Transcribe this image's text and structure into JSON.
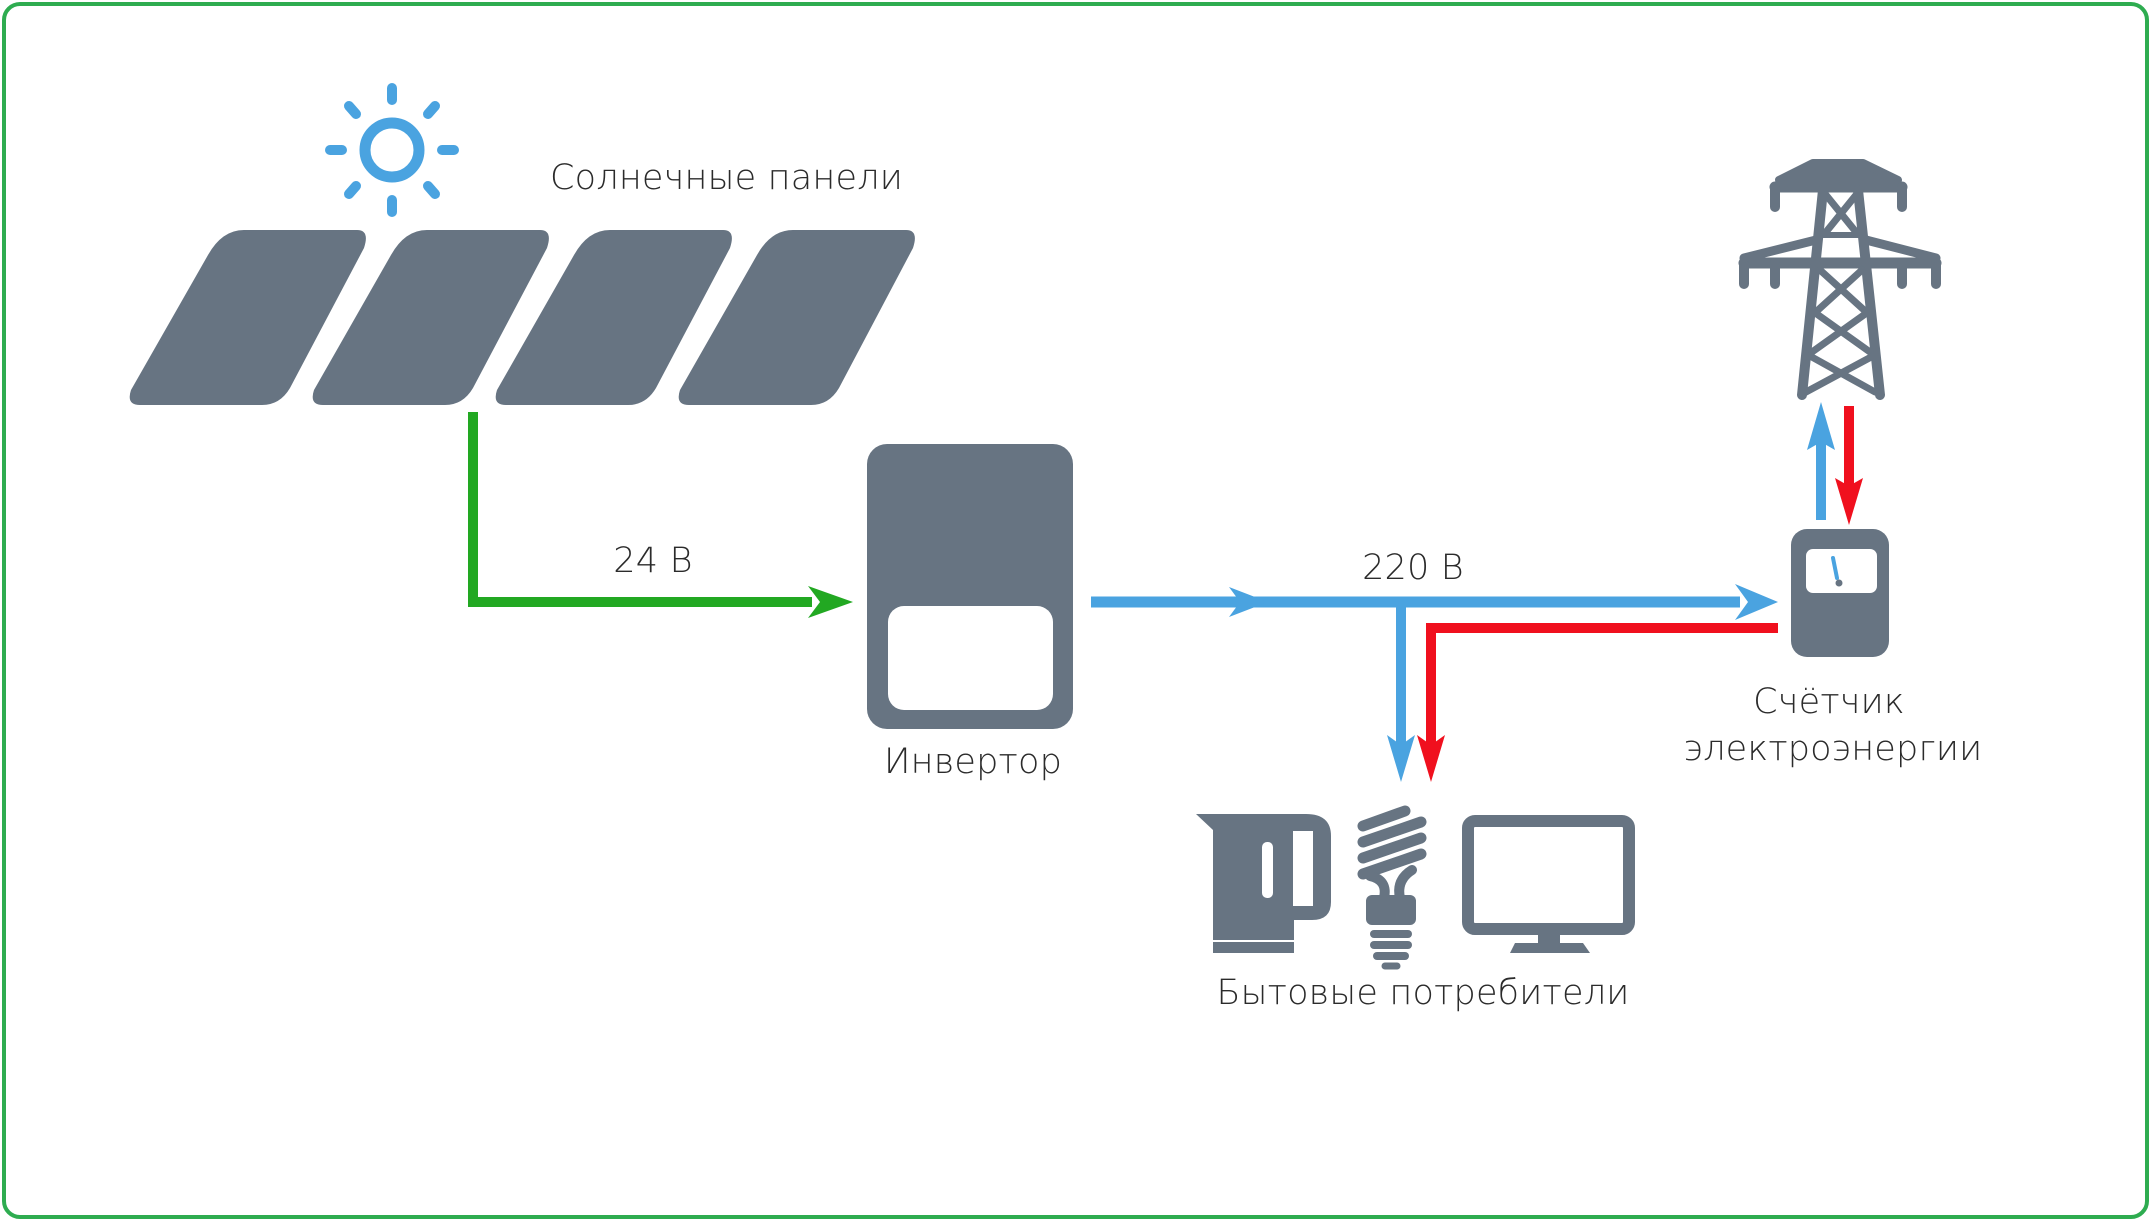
{
  "diagram": {
    "title": "Схема подключения солнечной электростанции",
    "nodes": {
      "solar_panels": {
        "label": "Солнечные панели",
        "count": 4
      },
      "inverter": {
        "label": "Инвертор"
      },
      "meter": {
        "label_line1": "Счётчик",
        "label_line2": "электроэнергии"
      },
      "grid": {
        "label": ""
      },
      "consumers": {
        "label": "Бытовые потребители",
        "items": [
          "kettle",
          "lamp",
          "monitor"
        ]
      }
    },
    "connections": [
      {
        "from": "solar_panels",
        "to": "inverter",
        "label": "24 В",
        "color": "#22a822"
      },
      {
        "from": "inverter",
        "to": "meter",
        "label": "220 В",
        "color": "#4aa3e0"
      },
      {
        "from": "inverter",
        "to": "consumers",
        "label": "",
        "color": "#4aa3e0"
      },
      {
        "from": "meter",
        "to": "consumers",
        "label": "",
        "color": "#f0101e"
      },
      {
        "from": "meter",
        "to": "grid",
        "label": "",
        "color": "#4aa3e0"
      },
      {
        "from": "grid",
        "to": "meter",
        "label": "",
        "color": "#f0101e"
      }
    ],
    "colors": {
      "frame": "#2eac50",
      "device": "#677482",
      "sun": "#4aa3e0",
      "dc_line": "#22a822",
      "ac_line": "#4aa3e0",
      "grid_line": "#f0101e"
    }
  }
}
